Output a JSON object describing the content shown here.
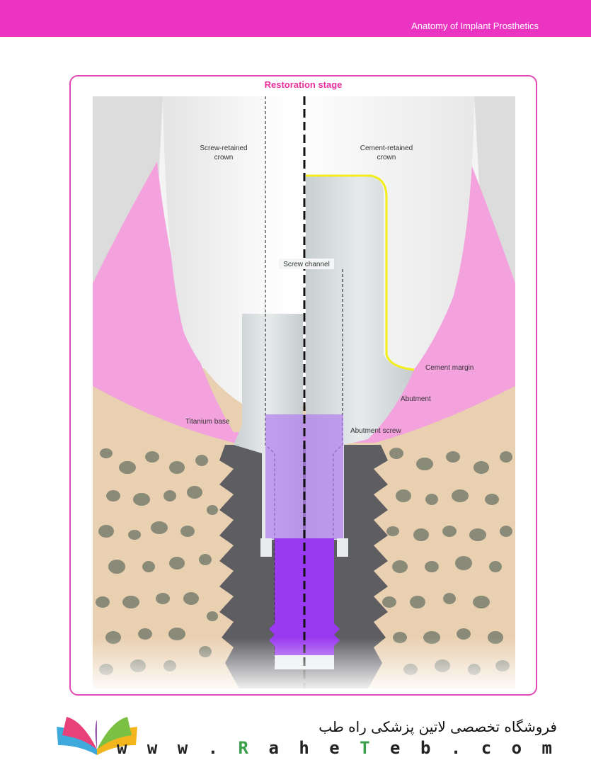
{
  "header": {
    "title": "Anatomy of Implant Prosthetics"
  },
  "figure": {
    "title": "Restoration stage",
    "labels": {
      "screw_retained_1": "Screw-retained",
      "screw_retained_2": "crown",
      "cement_retained_1": "Cement-retained",
      "cement_retained_2": "crown",
      "screw_channel": "Screw channel",
      "cement_margin": "Cement margin",
      "abutment": "Abutment",
      "titanium_base": "Titanium base",
      "abutment_screw": "Abutment screw"
    },
    "colors": {
      "gingiva": "#f3a2de",
      "bone": "#e9d0b0",
      "bone_pore": "#8a8a78",
      "implant": "#5d5d62",
      "screw": "#9a3af0",
      "cement_margin": "#f2ee1a",
      "abutment": "#d9dee0"
    }
  },
  "footer": {
    "store_name": "فروشگاه تخصصی لاتین پزشکی  راه طب",
    "url_prefix": "w w w . ",
    "url_r": "R",
    "url_ahe": " a h e ",
    "url_t": "T",
    "url_suffix": " e b . c o m"
  }
}
